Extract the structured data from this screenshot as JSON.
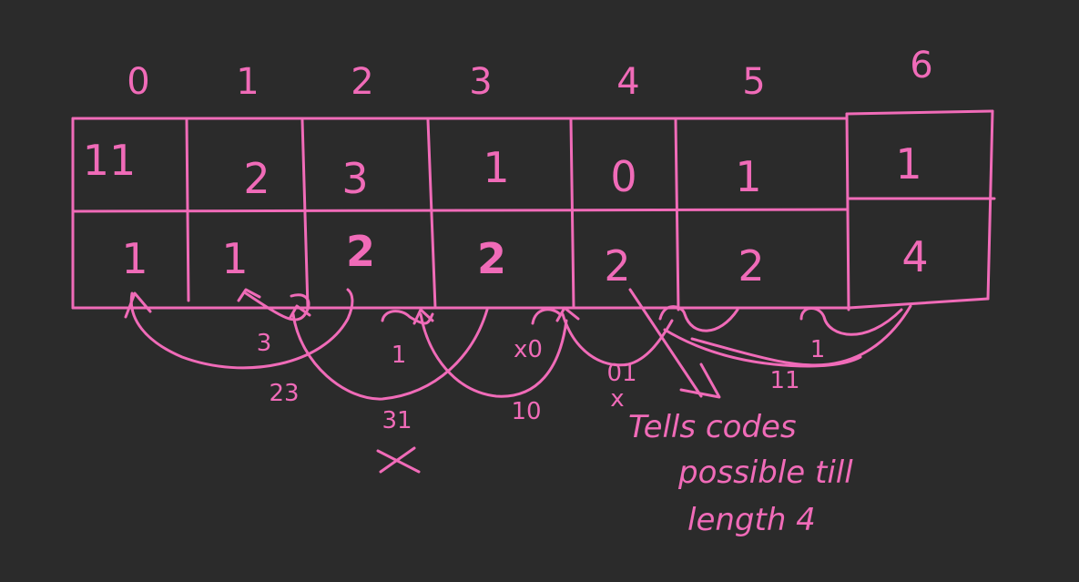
{
  "diagram": {
    "ink_color": "#f06bb8",
    "background": "#2b2b2b",
    "indices": [
      "0",
      "1",
      "2",
      "3",
      "4",
      "5",
      "6"
    ],
    "digits_row": [
      "11",
      "2",
      "3",
      "1",
      "0",
      "1",
      "1"
    ],
    "counts_row": [
      "1",
      "1",
      "2",
      "2",
      "2",
      "2",
      "4"
    ],
    "arc_labels": {
      "a": "3",
      "b": "23",
      "c": "1",
      "d": "31",
      "e": "x",
      "f": "x0",
      "g": "10",
      "h": "01",
      "i": "x",
      "j": "11",
      "k": "1"
    },
    "note_lines": [
      "Tells codes",
      "possible till",
      "length 4"
    ]
  }
}
